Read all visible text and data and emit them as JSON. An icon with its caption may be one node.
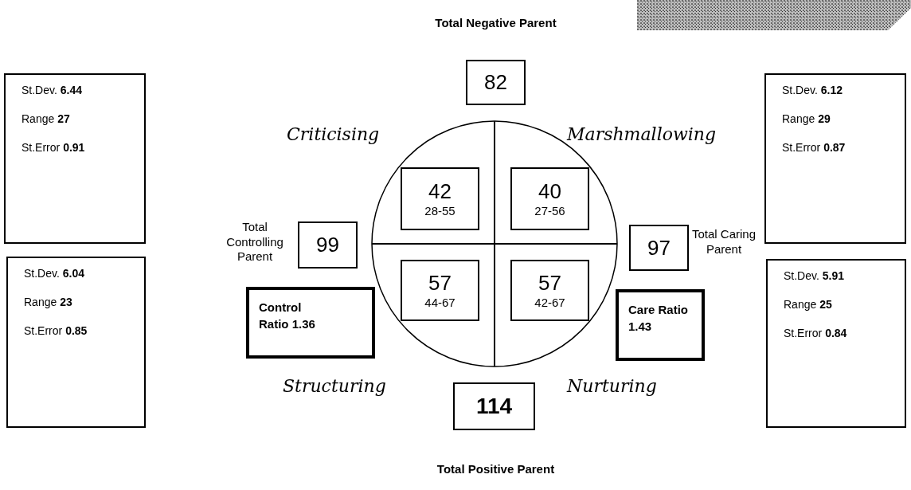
{
  "diagram": {
    "nodes": [
      {
        "text": [
          "82"
        ],
        "beside": [
          "Total Negative Parent"
        ]
      },
      {
        "text": [
          "St.Dev. **6.44**",
          "Range **27**",
          "St.Error **0.91**"
        ]
      },
      {
        "text": [
          "St.Dev. **6.12**",
          "Range **29**",
          "St.Error **0.87**"
        ]
      },
      {
        "text": [],
        "shape": "circle"
      },
      {
        "text": [
          "42",
          "28-55"
        ],
        "in": 3
      },
      {
        "text": [
          "40",
          "27-56"
        ],
        "in": 3
      },
      {
        "text": [
          "99"
        ],
        "beside": [
          "Total Controlling Parent"
        ]
      },
      {
        "text": [
          "97"
        ],
        "beside": [
          "Total Caring Parent"
        ]
      },
      {
        "text": [
          "57",
          "44-67"
        ],
        "in": 3
      },
      {
        "text": [
          "57",
          "42-67"
        ],
        "in": 3
      },
      {
        "text": [
          "St.Dev. **6.04**",
          "Range **23**",
          "St.Error **0.85**"
        ]
      },
      {
        "text": [
          "St.Dev. **5.91**",
          "Range **25**",
          "St.Error **0.84**"
        ]
      },
      {
        "text": [
          "Control Ratio 1.36"
        ]
      },
      {
        "text": [
          "Care Ratio 1.43"
        ]
      },
      {
        "text": [
          "114"
        ],
        "beside": [
          "Total Positive Parent"
        ]
      },
      {
        "text": [],
        "shape": "box"
      }
    ],
    "labels": [
      "Criticising",
      "Marshmallowing",
      "Structuring",
      "Nurturing"
    ]
  }
}
